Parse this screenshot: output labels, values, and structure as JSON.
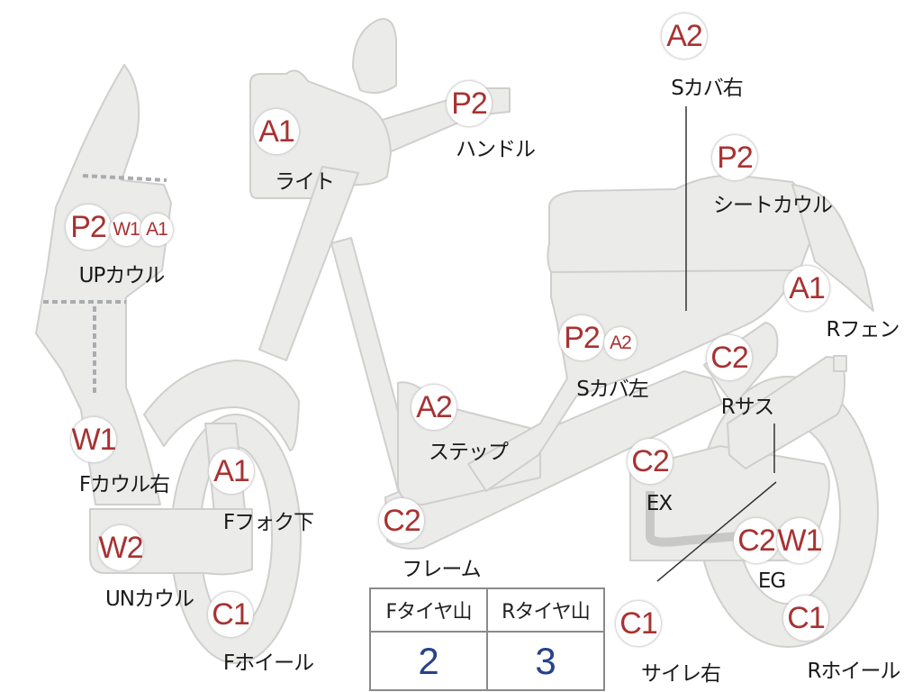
{
  "colors": {
    "part_fill": "#ebebea",
    "part_stroke": "#cfcfcd",
    "badge_text": "#a83232",
    "value_text": "#26428b",
    "leader_line": "#333333",
    "dashed_seam": "#a9acae"
  },
  "parts": [
    {
      "id": "light",
      "label": "ライト",
      "codes": [
        "A1"
      ]
    },
    {
      "id": "handle",
      "label": "ハンドル",
      "codes": [
        "P2"
      ]
    },
    {
      "id": "s-cover-right",
      "label": "Sカバ右",
      "codes": [
        "A2"
      ]
    },
    {
      "id": "seat-cowl",
      "label": "シートカウル",
      "codes": [
        "P2"
      ]
    },
    {
      "id": "up-cowl",
      "label": "UPカウル",
      "codes": [
        "P2",
        "W1",
        "A1"
      ]
    },
    {
      "id": "r-fender",
      "label": "Rフェン",
      "codes": [
        "A1"
      ]
    },
    {
      "id": "s-cover-left",
      "label": "Sカバ左",
      "codes": [
        "P2",
        "A2"
      ]
    },
    {
      "id": "r-suspension",
      "label": "Rサス",
      "codes": [
        "C2"
      ]
    },
    {
      "id": "step",
      "label": "ステップ",
      "codes": [
        "A2"
      ]
    },
    {
      "id": "f-cowl-right",
      "label": "Fカウル右",
      "codes": [
        "W1"
      ]
    },
    {
      "id": "f-fork-lower",
      "label": "Fフォク下",
      "codes": [
        "A1"
      ]
    },
    {
      "id": "exhaust",
      "label": "EX",
      "codes": [
        "C2"
      ]
    },
    {
      "id": "frame",
      "label": "フレーム",
      "codes": [
        "C2"
      ]
    },
    {
      "id": "un-cowl",
      "label": "UNカウル",
      "codes": [
        "W2"
      ]
    },
    {
      "id": "engine",
      "label": "EG",
      "codes": [
        "C2",
        "W1"
      ]
    },
    {
      "id": "f-wheel",
      "label": "Fホイール",
      "codes": [
        "C1"
      ]
    },
    {
      "id": "silencer-right",
      "label": "サイレ右",
      "codes": [
        "C1"
      ]
    },
    {
      "id": "r-wheel",
      "label": "Rホイール",
      "codes": [
        "C1"
      ]
    }
  ],
  "tire_table": {
    "headers": [
      "Fタイヤ山",
      "Rタイヤ山"
    ],
    "values": [
      "2",
      "3"
    ]
  }
}
